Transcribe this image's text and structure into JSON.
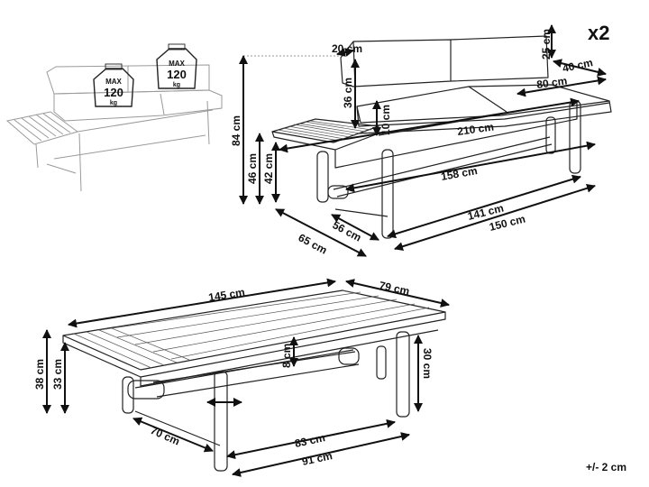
{
  "multiplier": "x2",
  "tolerance": "+/- 2 cm",
  "weight_badges": [
    {
      "line1": "MAX",
      "line2": "120",
      "line3": "kg"
    },
    {
      "line1": "MAX",
      "line2": "120",
      "line3": "kg"
    }
  ],
  "sofa_dimensions": {
    "backrest_depth": "20 cm",
    "backrest_height": "25 cm",
    "cushion_depth": "40 cm",
    "cushion_length": "80 cm",
    "cushion_thickness": "10 cm",
    "total_height": "84 cm",
    "seat_height": "46 cm",
    "table_height": "42 cm",
    "total_length": "210 cm",
    "frame_length_inner": "158 cm",
    "base_length": "141 cm",
    "overall_base_length": "150 cm",
    "depth_inner": "56 cm",
    "depth_outer": "65 cm",
    "seat_back_height": "36 cm"
  },
  "table_dimensions": {
    "length": "145 cm",
    "width": "79 cm",
    "height": "38 cm",
    "leg_height": "33 cm",
    "apron_height": "8 cm",
    "frame_height": "30 cm",
    "depth": "70 cm",
    "inner_length": "83 cm",
    "base_length": "91 cm"
  }
}
